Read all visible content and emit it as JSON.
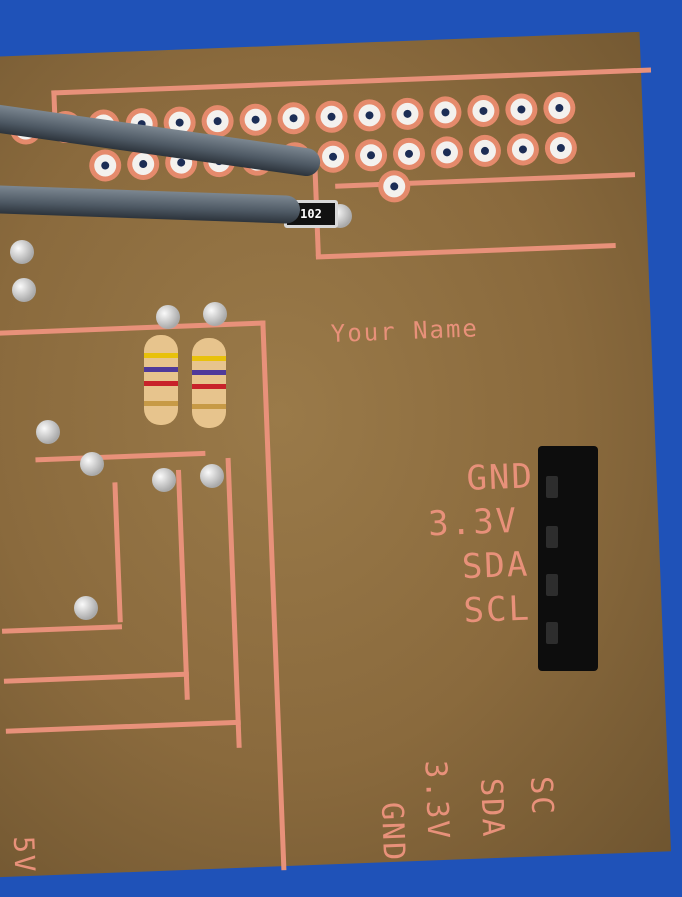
{
  "photo": {
    "subject": "",
    "smd_resistor_code": "102",
    "silkscreen": {
      "name_label": "Your Name",
      "pin_labels_upright": [
        "GND",
        "3.3V",
        "SDA",
        "SCL"
      ],
      "pin_labels_rotated": [
        "GND",
        "3.3V",
        "SDA",
        "SC"
      ],
      "edge_label": "5V"
    },
    "colors": {
      "board": "#8a6a3d",
      "trace": "#e8917a",
      "background_cloth": "#1f52b8",
      "solder": "#c9c9c9"
    }
  }
}
